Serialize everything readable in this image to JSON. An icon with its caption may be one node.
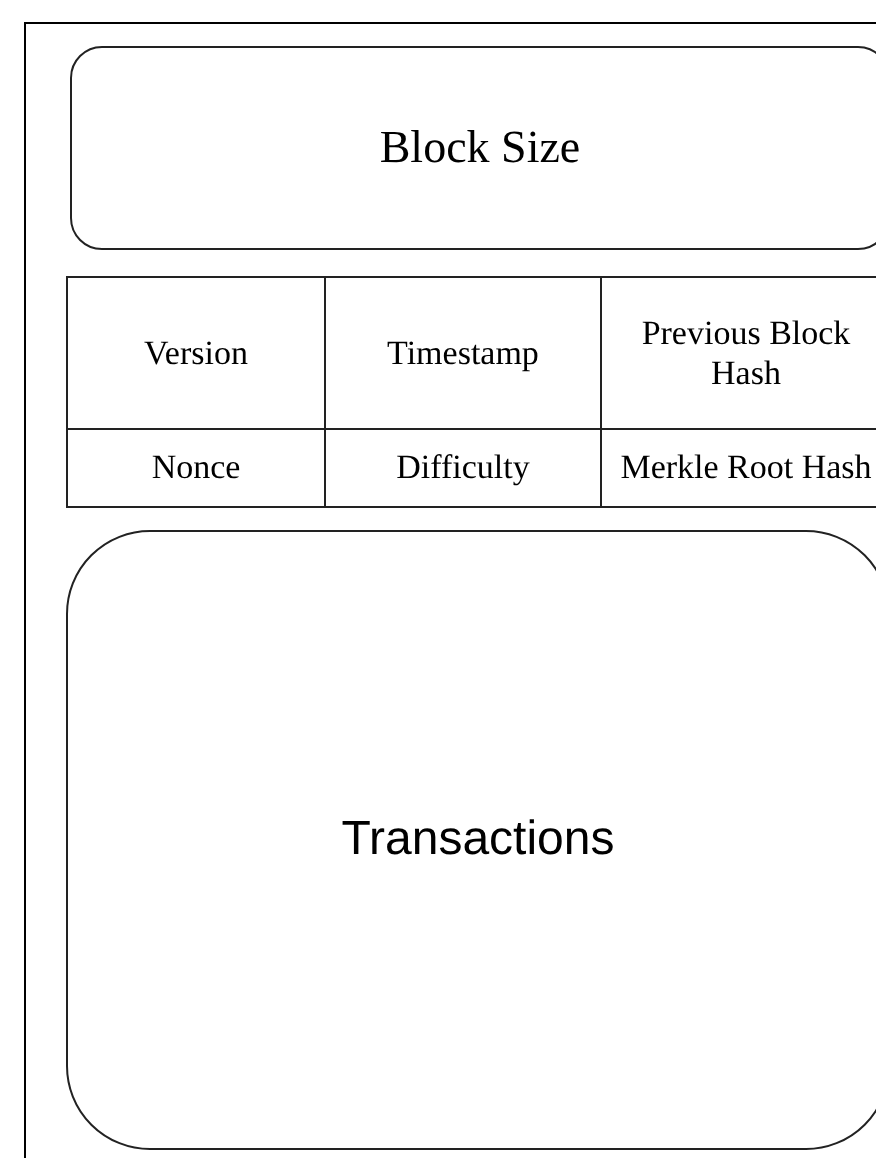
{
  "diagram": {
    "nodes": [
      {
        "text": [
          "Block Size"
        ]
      },
      {
        "text": [
          "Transactions"
        ]
      }
    ],
    "labels": [
      "Version",
      "Timestamp",
      "Previous Block Hash",
      "Nonce",
      "Difficulty",
      "Merkle Root Hash"
    ]
  }
}
